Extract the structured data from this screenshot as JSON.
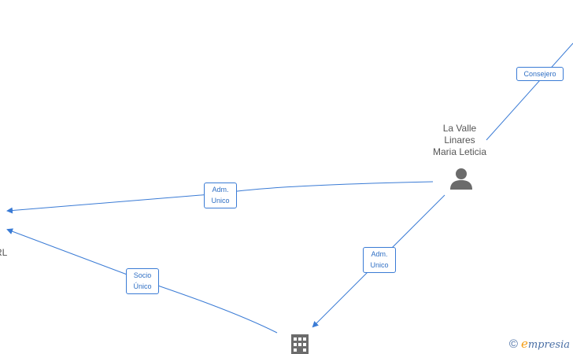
{
  "nodes": {
    "person": {
      "label": "La Valle\nLinares\nMaria Leticia",
      "icon": "person-icon"
    },
    "left_company": {
      "label": "RL"
    },
    "bottom_company": {
      "icon": "building-icon"
    }
  },
  "edges": {
    "consejero": {
      "label": "Consejero"
    },
    "adm_unico_left": {
      "label": "Adm.\nUnico"
    },
    "adm_unico_down": {
      "label": "Adm.\nUnico"
    },
    "socio_unico": {
      "label": "Socio\nÚnico"
    }
  },
  "brand": {
    "copyright": "©",
    "initial": "e",
    "rest": "mpresia"
  },
  "colors": {
    "edge": "#3a7bd5",
    "icon": "#6b6b6b",
    "accent": "#f39c12"
  }
}
